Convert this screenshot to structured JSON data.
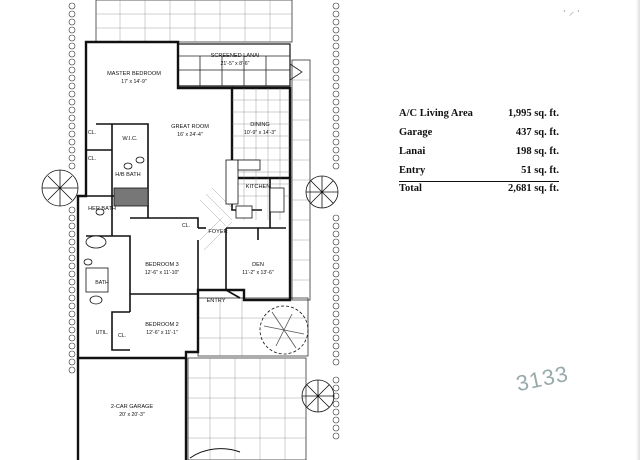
{
  "rooms": [
    {
      "name": "MASTER BEDROOM",
      "dims": "17' x 14'-9\""
    },
    {
      "name": "SCREENED LANAI",
      "dims": "21'-5\" x 8'-6\""
    },
    {
      "name": "GREAT ROOM",
      "dims": "16' x 24'-4\""
    },
    {
      "name": "DINING",
      "dims": "10'-9\" x 14'-3\""
    },
    {
      "name": "W.I.C.",
      "dims": ""
    },
    {
      "name": "H/B BATH",
      "dims": ""
    },
    {
      "name": "KITCHEN",
      "dims": ""
    },
    {
      "name": "HER BATH",
      "dims": ""
    },
    {
      "name": "FOYER",
      "dims": ""
    },
    {
      "name": "BEDROOM 3",
      "dims": "12'-6\" x 11'-10\""
    },
    {
      "name": "DEN",
      "dims": "11'-2\" x 13'-6\""
    },
    {
      "name": "ENTRY",
      "dims": ""
    },
    {
      "name": "BEDROOM 2",
      "dims": "12'-6\" x 11'-1\""
    },
    {
      "name": "2-CAR GARAGE",
      "dims": "20' x 20'-3\""
    }
  ],
  "small_labels": {
    "cl": "CL.",
    "util": "UTIL.",
    "bath": "BATH"
  },
  "area_table": [
    {
      "label": "A/C Living Area",
      "value": "1,995 sq. ft."
    },
    {
      "label": "Garage",
      "value": "437 sq. ft."
    },
    {
      "label": "Lanai",
      "value": "198 sq. ft."
    },
    {
      "label": "Entry",
      "value": "51 sq. ft."
    }
  ],
  "total": {
    "label": "Total",
    "value": "2,681 sq. ft."
  },
  "handwritten_note": "3133"
}
